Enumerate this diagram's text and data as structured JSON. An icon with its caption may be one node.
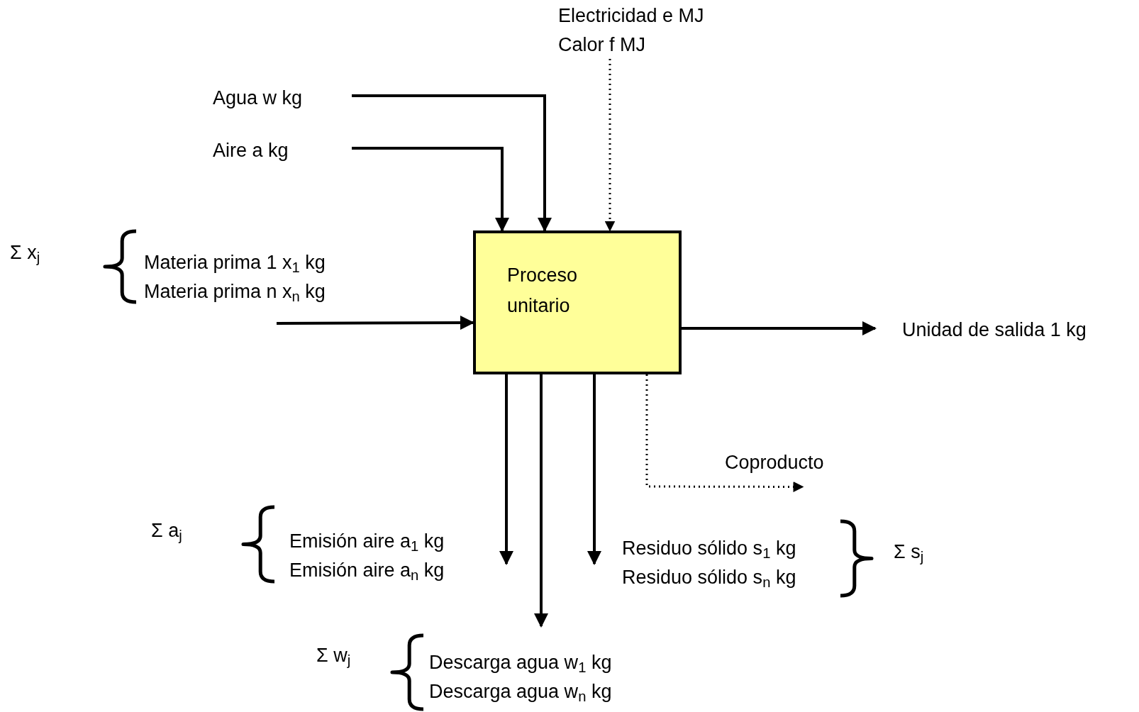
{
  "diagram": {
    "nodes": [
      {
        "text": [
          "Proceso unitario"
        ]
      },
      {
        "text": [
          "Agua w kg"
        ]
      },
      {
        "text": [
          "Aire a kg"
        ]
      },
      {
        "text": [
          "Electricidad e MJ",
          "Calor f MJ"
        ]
      },
      {
        "text": [
          "Materia prima 1 x$_{1}$ kg",
          "Materia prima n x$_{n}$ kg"
        ]
      },
      {
        "text": [
          "Unidad de salida 1 kg"
        ]
      },
      {
        "text": [
          "Coproducto"
        ]
      },
      {
        "text": [
          "Emisión aire a$_{1}$ kg",
          "Emisión aire a$_{n}$ kg"
        ]
      },
      {
        "text": [
          "Residuo sólido s$_{1}$ kg",
          "Residuo sólido s$_{n}$ kg"
        ]
      },
      {
        "text": [
          "Descarga agua w$_{1}$ kg",
          "Descarga agua w$_{n}$ kg"
        ]
      }
    ],
    "edges": [
      {
        "from": 1,
        "to": 0,
        "arrow": "to"
      },
      {
        "from": 2,
        "to": 0,
        "arrow": "to"
      },
      {
        "from": 3,
        "to": 0,
        "arrow": "to",
        "style": "dashed"
      },
      {
        "from": 4,
        "to": 0,
        "arrow": "to"
      },
      {
        "from": 0,
        "to": 5,
        "arrow": "to"
      },
      {
        "from": 0,
        "to": 6,
        "arrow": "to",
        "style": "dashed"
      },
      {
        "from": 0,
        "to": 7,
        "arrow": "to"
      },
      {
        "from": 0,
        "to": 8,
        "arrow": "to"
      },
      {
        "from": 0,
        "to": 9,
        "arrow": "to"
      }
    ],
    "labels": [
      "Σ x$_{j}$",
      "Σ a$_{j}$",
      "Σ s$_{j}$",
      "Σ w$_{j}$"
    ]
  }
}
